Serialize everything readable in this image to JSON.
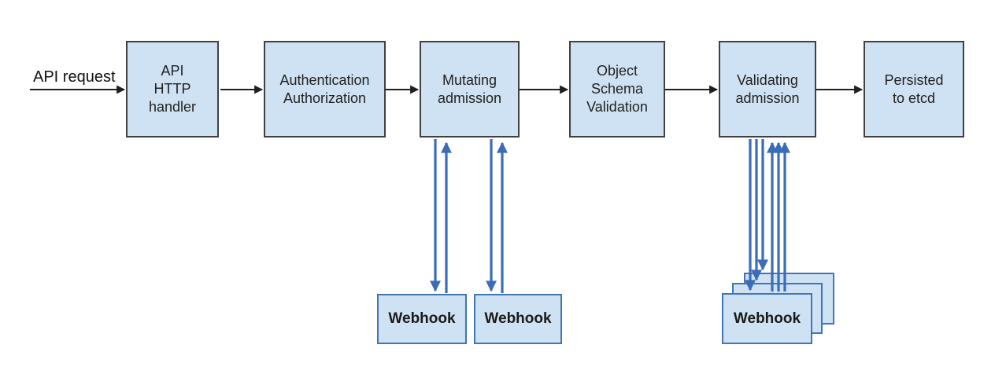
{
  "diagram": {
    "annotation": {
      "label": "API request"
    },
    "nodes": [
      {
        "id": "api-http-handler",
        "label": "API\nHTTP\nhandler"
      },
      {
        "id": "authentication-authorization",
        "label": "Authentication\nAuthorization"
      },
      {
        "id": "mutating-admission",
        "label": "Mutating\nadmission"
      },
      {
        "id": "object-schema-validation",
        "label": "Object\nSchema\nValidation"
      },
      {
        "id": "validating-admission",
        "label": "Validating\nadmission"
      },
      {
        "id": "persisted-to-etcd",
        "label": "Persisted\nto etcd"
      }
    ],
    "webhooks": {
      "mutating": [
        {
          "label": "Webhook"
        },
        {
          "label": "Webhook"
        }
      ],
      "validating": {
        "front_label": "Webhook",
        "stacked_count": 3
      }
    },
    "edges": [
      {
        "from": "api-request",
        "to": "api-http-handler",
        "style": "black-arrow"
      },
      {
        "from": "api-http-handler",
        "to": "authentication-authorization",
        "style": "black-arrow"
      },
      {
        "from": "authentication-authorization",
        "to": "mutating-admission",
        "style": "black-arrow"
      },
      {
        "from": "mutating-admission",
        "to": "object-schema-validation",
        "style": "black-arrow"
      },
      {
        "from": "object-schema-validation",
        "to": "validating-admission",
        "style": "black-arrow"
      },
      {
        "from": "validating-admission",
        "to": "persisted-to-etcd",
        "style": "black-arrow"
      },
      {
        "from": "mutating-admission",
        "to": "webhook-1",
        "style": "blue-bidirectional",
        "arrow_pairs": 1
      },
      {
        "from": "mutating-admission",
        "to": "webhook-2",
        "style": "blue-bidirectional",
        "arrow_pairs": 1
      },
      {
        "from": "validating-admission",
        "to": "webhook-stack",
        "style": "blue-bidirectional",
        "arrow_pairs": 3
      }
    ],
    "colors": {
      "box_fill": "#cfe2f3",
      "box_border": "#404040",
      "webhook_border": "#4176b5",
      "arrow_black": "#1f1f1f",
      "arrow_blue": "#3a6cba",
      "background": "#ffffff",
      "text": "#212121"
    }
  }
}
